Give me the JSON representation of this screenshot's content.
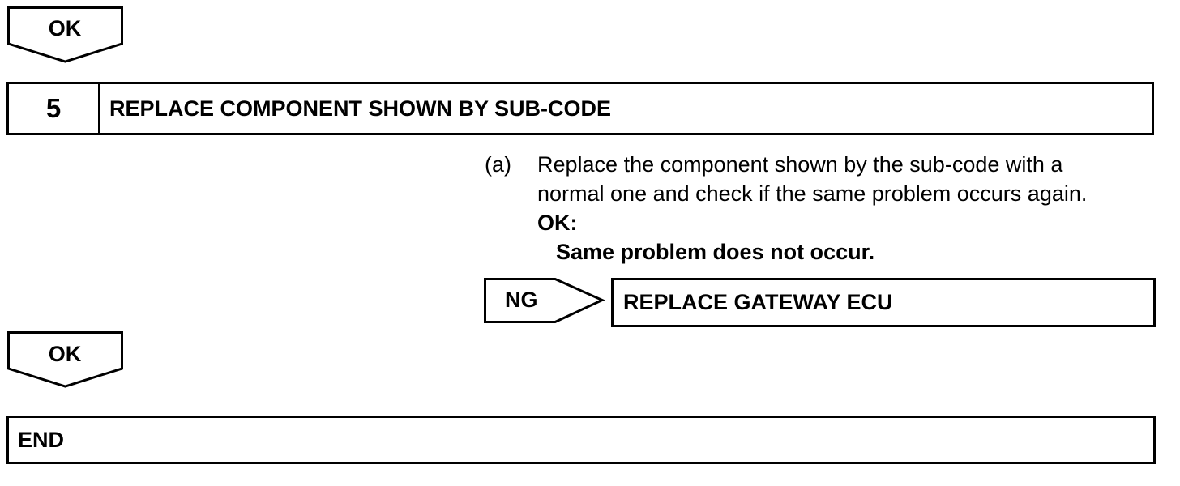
{
  "top_result": {
    "label": "OK"
  },
  "step": {
    "number": "5",
    "title": "REPLACE COMPONENT SHOWN BY SUB-CODE"
  },
  "instruction": {
    "marker": "(a)",
    "line1": "Replace the component shown by the sub-code with a",
    "line2": "normal one and check if the same problem occurs again.",
    "ok_label": "OK:",
    "ok_condition": "Same problem does not occur."
  },
  "ng_branch": {
    "label": "NG",
    "action": "REPLACE GATEWAY ECU"
  },
  "bottom_result": {
    "label": "OK"
  },
  "end": {
    "label": "END"
  }
}
